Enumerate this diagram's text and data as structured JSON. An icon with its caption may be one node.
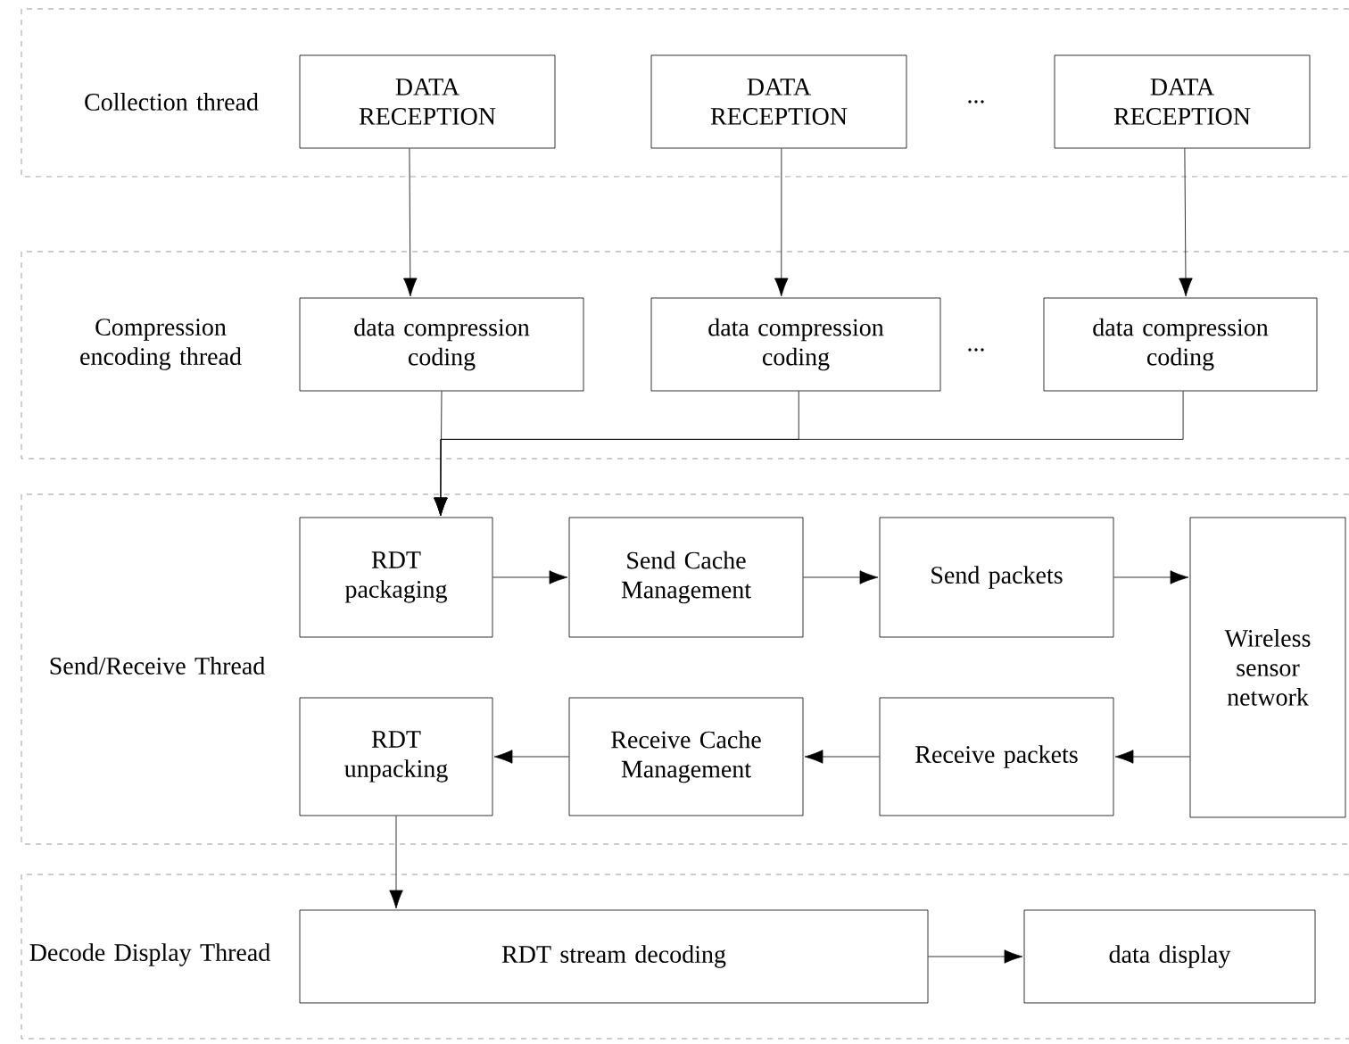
{
  "diagram": {
    "nodes": [
      {
        "text": [
          "Collection thread"
        ]
      },
      {
        "text": [
          "DATA RECEPTION"
        ],
        "in": 0
      },
      {
        "text": [
          "DATA RECEPTION"
        ],
        "in": 0
      },
      {
        "text": [
          "DATA RECEPTION"
        ],
        "in": 0
      },
      {
        "text": [
          "Compression encoding thread"
        ]
      },
      {
        "text": [
          "data compression coding"
        ],
        "in": 4
      },
      {
        "text": [
          "data compression coding"
        ],
        "in": 4
      },
      {
        "text": [
          "data compression coding"
        ],
        "in": 4
      },
      {
        "text": [
          "Send/Receive Thread"
        ]
      },
      {
        "text": [
          "RDT packaging"
        ],
        "in": 8
      },
      {
        "text": [
          "Send Cache Management"
        ],
        "in": 8
      },
      {
        "text": [
          "Send packets"
        ],
        "in": 8
      },
      {
        "text": [
          "Wireless sensor network"
        ],
        "in": 8
      },
      {
        "text": [
          "RDT unpacking"
        ],
        "in": 8
      },
      {
        "text": [
          "Receive Cache Management"
        ],
        "in": 8
      },
      {
        "text": [
          "Receive packets"
        ],
        "in": 8
      },
      {
        "text": [
          "Decode Display Thread"
        ]
      },
      {
        "text": [
          "RDT stream decoding"
        ],
        "in": 16
      },
      {
        "text": [
          "data display"
        ],
        "in": 16
      }
    ],
    "edges": [
      {
        "from": 1,
        "to": 5,
        "arrow": "to"
      },
      {
        "from": 2,
        "to": 6,
        "arrow": "to"
      },
      {
        "from": 3,
        "to": 7,
        "arrow": "to"
      },
      {
        "from": 5,
        "to": 9,
        "arrow": "to"
      },
      {
        "from": 6,
        "to": 9,
        "arrow": "to"
      },
      {
        "from": 7,
        "to": 9,
        "arrow": "to"
      },
      {
        "from": 9,
        "to": 10,
        "arrow": "to"
      },
      {
        "from": 10,
        "to": 11,
        "arrow": "to"
      },
      {
        "from": 11,
        "to": 12,
        "arrow": "to"
      },
      {
        "from": 12,
        "to": 15,
        "arrow": "to"
      },
      {
        "from": 15,
        "to": 14,
        "arrow": "to"
      },
      {
        "from": 14,
        "to": 13,
        "arrow": "to"
      },
      {
        "from": 13,
        "to": 17,
        "arrow": "to"
      },
      {
        "from": 17,
        "to": 18,
        "arrow": "to"
      }
    ],
    "labels": [
      "...",
      "..."
    ]
  }
}
